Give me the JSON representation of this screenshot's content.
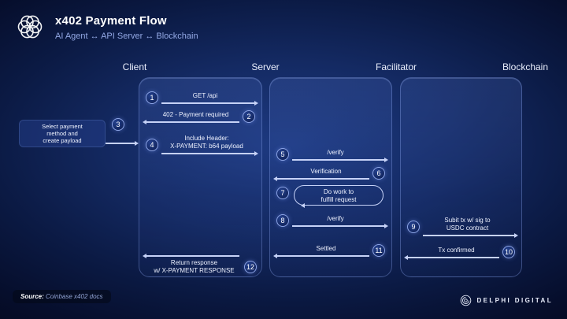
{
  "header": {
    "title": "x402 Payment Flow",
    "subtitle": "AI Agent ↔ API Server ↔ Blockchain"
  },
  "lanes": {
    "client": "Client",
    "server": "Server",
    "facilitator": "Facilitator",
    "blockchain": "Blockchain"
  },
  "steps": {
    "s1": {
      "num": "1",
      "label": "GET /api"
    },
    "s2": {
      "num": "2",
      "label": "402 - Payment required"
    },
    "s3": {
      "num": "3",
      "label": "Select payment\nmethod and\ncreate payload"
    },
    "s4": {
      "num": "4",
      "label": "Include Header:\nX-PAYMENT: b64 payload"
    },
    "s5": {
      "num": "5",
      "label": "/verify"
    },
    "s6": {
      "num": "6",
      "label": "Verification"
    },
    "s7": {
      "num": "7",
      "label": "Do work to\nfulfill request"
    },
    "s8": {
      "num": "8",
      "label": "/verify"
    },
    "s9": {
      "num": "9",
      "label": "Subit tx w/ sig to\nUSDC contract"
    },
    "s10": {
      "num": "10",
      "label": "Tx confirmed"
    },
    "s11": {
      "num": "11",
      "label": "Settled"
    },
    "s12": {
      "num": "12",
      "label": "Return response\nw/ X-PAYMENT RESPONSE"
    }
  },
  "footer": {
    "source_label": "Source:",
    "source_text": "Coinbase x402 docs",
    "brand": "DELPHI DIGITAL"
  },
  "colors": {
    "background": "#0b1a44",
    "accent_arrow": "#c6d2f7",
    "panel_border": "#8aa4eb"
  }
}
